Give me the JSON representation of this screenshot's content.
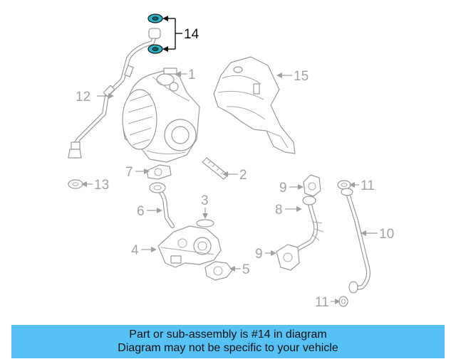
{
  "diagram": {
    "callouts": {
      "c1": "1",
      "c2": "2",
      "c3": "3",
      "c4": "4",
      "c5": "5",
      "c6": "6",
      "c7": "7",
      "c8": "8",
      "c9a": "9",
      "c9b": "9",
      "c10": "10",
      "c11a": "11",
      "c11b": "11",
      "c12": "12",
      "c13": "13",
      "c14": "14",
      "c15": "15"
    },
    "highlighted_part": "14",
    "highlight_color": "#2ab5c8"
  },
  "banner": {
    "line1": "Part or sub-assembly is #14 in diagram",
    "line2": "Diagram may not be specific to your vehicle",
    "background": "#55c1f5"
  }
}
